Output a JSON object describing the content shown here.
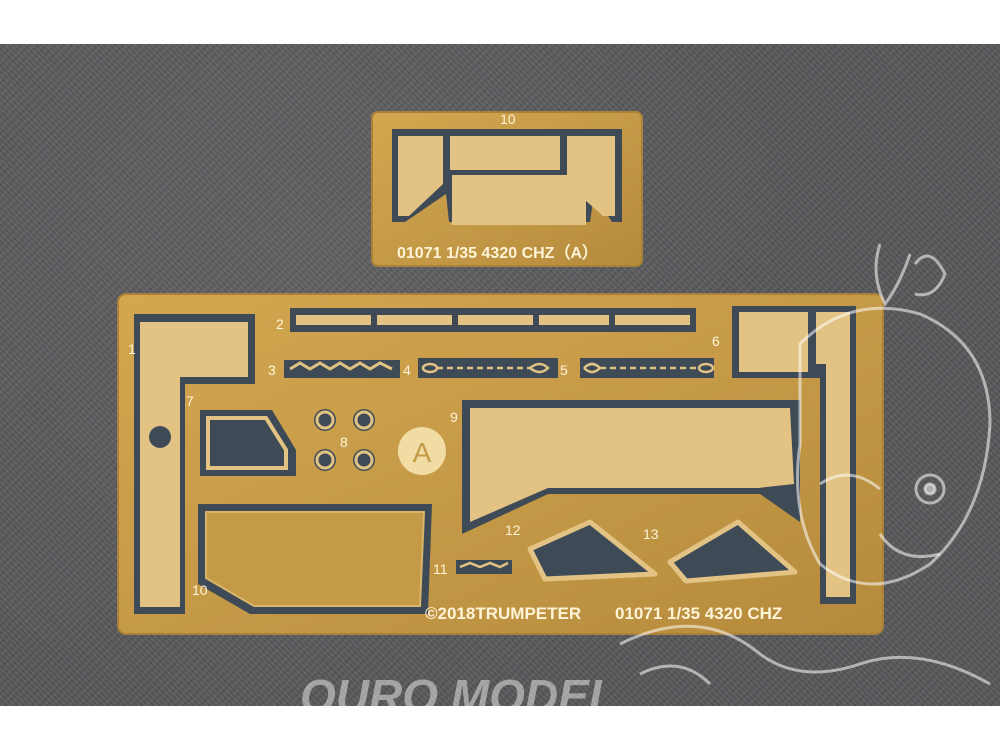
{
  "colors": {
    "brass": "#c59a47",
    "brass_light": "#e8c987",
    "part": "#e2c384",
    "etched": "#3f4a57",
    "background": "#5b5b5e",
    "label": "#fff4d8"
  },
  "small_fret": {
    "top_part_number": "10",
    "code": "01071 1/35 4320 CHZ（A）"
  },
  "large_fret": {
    "fret_letter": "A",
    "part_numbers": [
      "1",
      "2",
      "3",
      "4",
      "5",
      "6",
      "7",
      "8",
      "9",
      "10",
      "11",
      "12",
      "13"
    ],
    "copyright": "©2018TRUMPETER",
    "code": "01071 1/35 4320 CHZ"
  },
  "watermark": {
    "text": "OURO MODEL"
  }
}
